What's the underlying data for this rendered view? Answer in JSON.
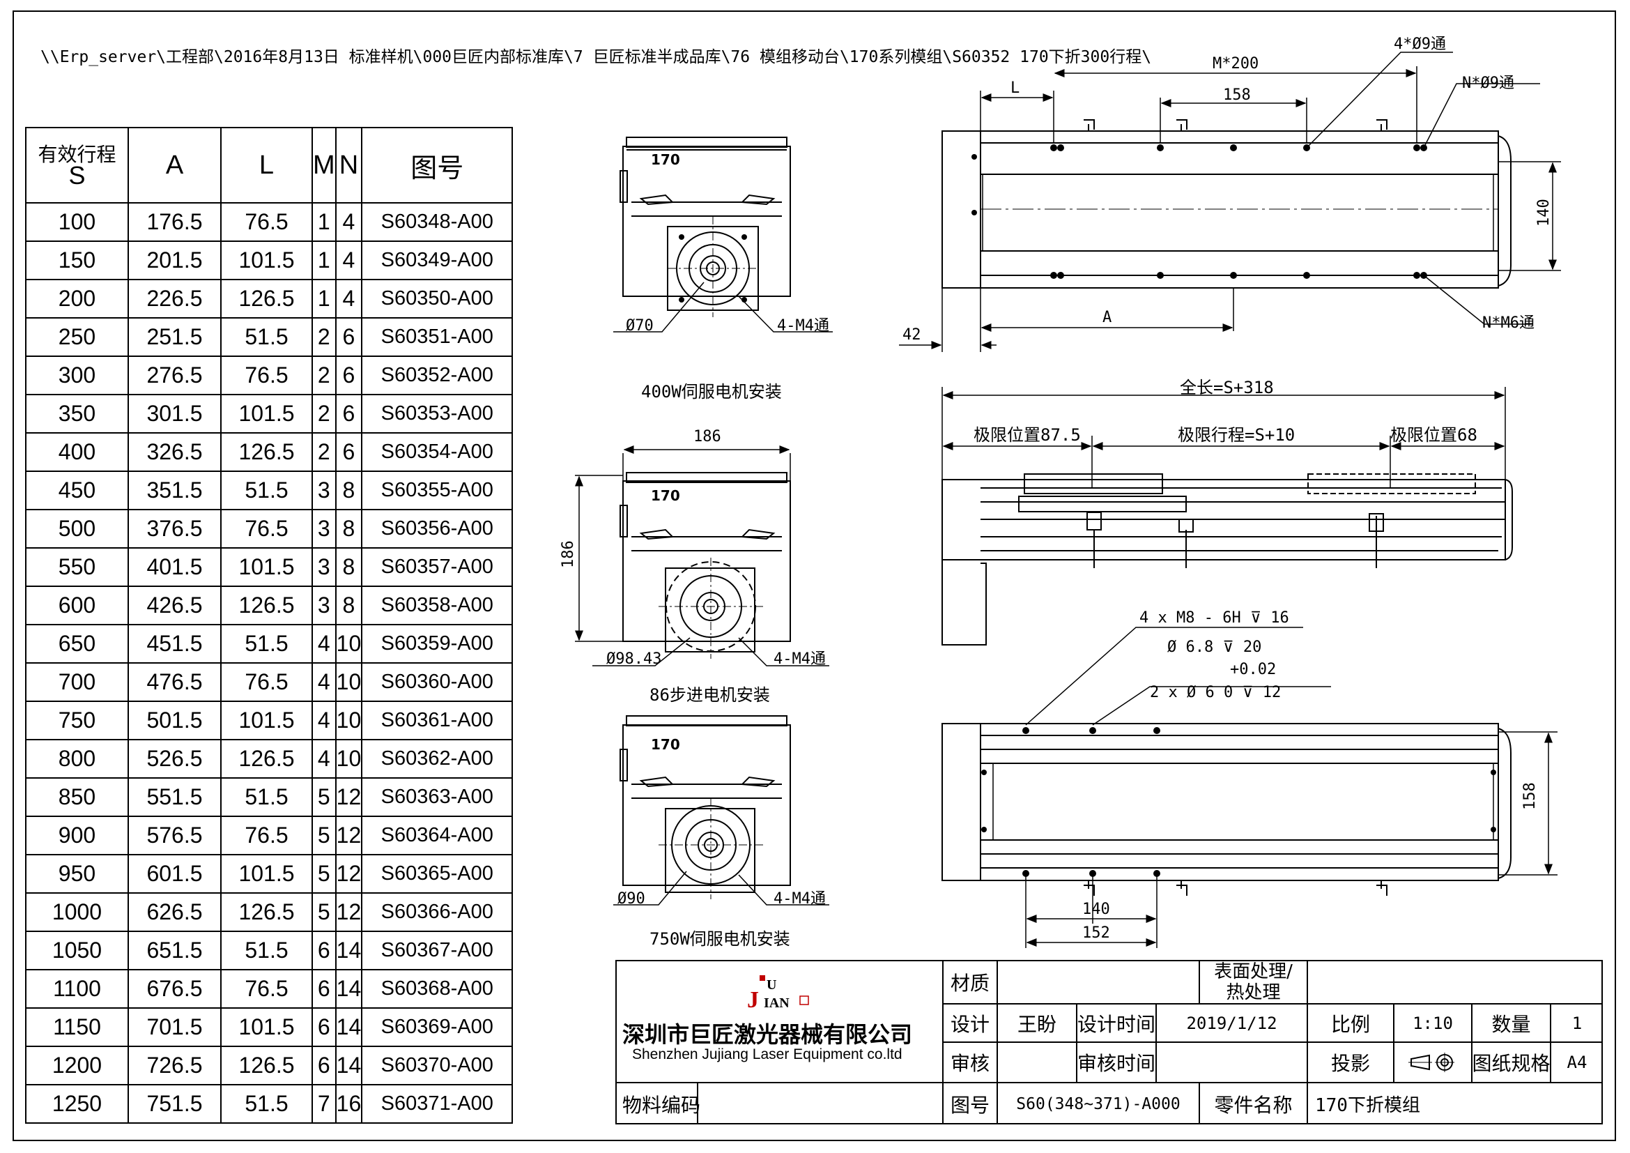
{
  "file_path": "\\\\Erp_server\\工程部\\2016年8月13日 标准样机\\000巨匠内部标准库\\7 巨匠标准半成品库\\76 模组移动台\\170系列模组\\S60352  170下折300行程\\",
  "table": {
    "headers": {
      "s_top": "有效行程",
      "s_bottom": "S",
      "a": "A",
      "l": "L",
      "m": "M",
      "n": "N",
      "code": "图号"
    },
    "rows": [
      {
        "s": "100",
        "a": "176.5",
        "l": "76.5",
        "m": "1",
        "n": "4",
        "code": "S60348-A00"
      },
      {
        "s": "150",
        "a": "201.5",
        "l": "101.5",
        "m": "1",
        "n": "4",
        "code": "S60349-A00"
      },
      {
        "s": "200",
        "a": "226.5",
        "l": "126.5",
        "m": "1",
        "n": "4",
        "code": "S60350-A00"
      },
      {
        "s": "250",
        "a": "251.5",
        "l": "51.5",
        "m": "2",
        "n": "6",
        "code": "S60351-A00"
      },
      {
        "s": "300",
        "a": "276.5",
        "l": "76.5",
        "m": "2",
        "n": "6",
        "code": "S60352-A00"
      },
      {
        "s": "350",
        "a": "301.5",
        "l": "101.5",
        "m": "2",
        "n": "6",
        "code": "S60353-A00"
      },
      {
        "s": "400",
        "a": "326.5",
        "l": "126.5",
        "m": "2",
        "n": "6",
        "code": "S60354-A00"
      },
      {
        "s": "450",
        "a": "351.5",
        "l": "51.5",
        "m": "3",
        "n": "8",
        "code": "S60355-A00"
      },
      {
        "s": "500",
        "a": "376.5",
        "l": "76.5",
        "m": "3",
        "n": "8",
        "code": "S60356-A00"
      },
      {
        "s": "550",
        "a": "401.5",
        "l": "101.5",
        "m": "3",
        "n": "8",
        "code": "S60357-A00"
      },
      {
        "s": "600",
        "a": "426.5",
        "l": "126.5",
        "m": "3",
        "n": "8",
        "code": "S60358-A00"
      },
      {
        "s": "650",
        "a": "451.5",
        "l": "51.5",
        "m": "4",
        "n": "10",
        "code": "S60359-A00"
      },
      {
        "s": "700",
        "a": "476.5",
        "l": "76.5",
        "m": "4",
        "n": "10",
        "code": "S60360-A00"
      },
      {
        "s": "750",
        "a": "501.5",
        "l": "101.5",
        "m": "4",
        "n": "10",
        "code": "S60361-A00"
      },
      {
        "s": "800",
        "a": "526.5",
        "l": "126.5",
        "m": "4",
        "n": "10",
        "code": "S60362-A00"
      },
      {
        "s": "850",
        "a": "551.5",
        "l": "51.5",
        "m": "5",
        "n": "12",
        "code": "S60363-A00"
      },
      {
        "s": "900",
        "a": "576.5",
        "l": "76.5",
        "m": "5",
        "n": "12",
        "code": "S60364-A00"
      },
      {
        "s": "950",
        "a": "601.5",
        "l": "101.5",
        "m": "5",
        "n": "12",
        "code": "S60365-A00"
      },
      {
        "s": "1000",
        "a": "626.5",
        "l": "126.5",
        "m": "5",
        "n": "12",
        "code": "S60366-A00"
      },
      {
        "s": "1050",
        "a": "651.5",
        "l": "51.5",
        "m": "6",
        "n": "14",
        "code": "S60367-A00"
      },
      {
        "s": "1100",
        "a": "676.5",
        "l": "76.5",
        "m": "6",
        "n": "14",
        "code": "S60368-A00"
      },
      {
        "s": "1150",
        "a": "701.5",
        "l": "101.5",
        "m": "6",
        "n": "14",
        "code": "S60369-A00"
      },
      {
        "s": "1200",
        "a": "726.5",
        "l": "126.5",
        "m": "6",
        "n": "14",
        "code": "S60370-A00"
      },
      {
        "s": "1250",
        "a": "751.5",
        "l": "51.5",
        "m": "7",
        "n": "16",
        "code": "S60371-A00"
      }
    ]
  },
  "views": {
    "motor1": {
      "caption": "400W伺服电机安装",
      "dia": "Ø70",
      "holes": "4-M4通",
      "label": "170"
    },
    "motor2": {
      "caption": "86步进电机安装",
      "dia": "Ø98.43",
      "holes": "4-M4通",
      "label": "170",
      "width": "186",
      "height": "186"
    },
    "motor3": {
      "caption": "750W伺服电机安装",
      "dia": "Ø90",
      "holes": "4-M4通",
      "label": "170"
    },
    "top_view": {
      "dim_m": "M*200",
      "dim_l": "L",
      "dim_158": "158",
      "holes_4": "4*Ø9通",
      "holes_n": "N*Ø9通",
      "dim_140": "140",
      "dim_a": "A",
      "dim_42": "42",
      "holes_m6": "N*M6通"
    },
    "side_view": {
      "total": "全长=S+318",
      "limit_left": "极限位置87.5",
      "stroke": "极限行程=S+10",
      "limit_right": "极限位置68"
    },
    "bottom_view": {
      "note1": "4 x  M8 - 6H ⊽ 16",
      "note2": "Ø 6.8 ⊽ 20",
      "tol": "+0.02",
      "note3": "2 x Ø 6  0    ⊽ 12",
      "dim_158": "158",
      "dim_140": "140",
      "dim_152": "152"
    }
  },
  "title_block": {
    "company_cn": "深圳市巨匠激光器械有限公司",
    "company_en": "Shenzhen Jujiang Laser Equipment co.ltd",
    "logo_text": "JUIAN",
    "material_label": "材质",
    "material_value": "",
    "surface_label": "表面处理/\n热处理",
    "surface_value": "",
    "design_label": "设计",
    "designer": "王盼",
    "design_time_label": "设计时间",
    "design_time": "2019/1/12",
    "scale_label": "比例",
    "scale": "1:10",
    "qty_label": "数量",
    "qty": "1",
    "review_label": "审核",
    "reviewer": "",
    "review_time_label": "审核时间",
    "review_time": "",
    "projection_label": "投影",
    "paper_label": "图纸规格",
    "paper": "A4",
    "material_code_label": "物料编码",
    "material_code": "",
    "drawing_no_label": "图号",
    "drawing_no": "S60(348~371)-A000",
    "part_name_label": "零件名称",
    "part_name": "170下折模组"
  }
}
